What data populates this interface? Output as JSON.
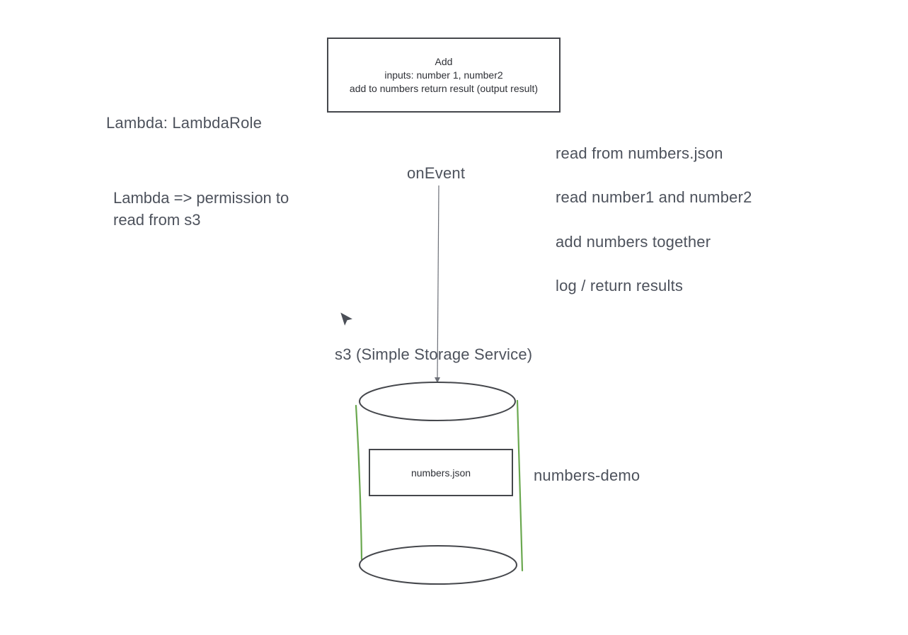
{
  "lambda_function": {
    "title": "Add",
    "inputs_line": "inputs: number 1, number2",
    "description_line": "add to numbers return result (output result)"
  },
  "role_label": "Lambda: LambdaRole",
  "permission_note": {
    "line1": "Lambda => permission to",
    "line2": "read from s3"
  },
  "event_label": "onEvent",
  "steps": [
    "read from numbers.json",
    "read number1 and number2",
    "add numbers together",
    "log / return results"
  ],
  "storage_label": "s3 (Simple Storage Service)",
  "bucket": {
    "name": "numbers-demo",
    "file": "numbers.json"
  },
  "colors": {
    "stroke": "#45474c",
    "bucket_side": "#6aa84f",
    "text": "#4d525c"
  },
  "icons": {
    "cursor": "mouse-pointer-icon"
  }
}
